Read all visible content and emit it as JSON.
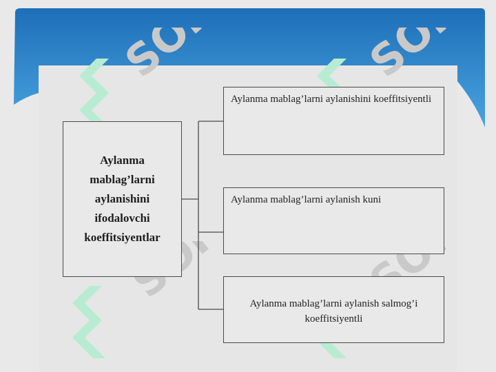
{
  "diagram": {
    "main_box": "Aylanma\nmablag’larni\naylanishini\nifodalovchi\nkoeffitsiyentlar",
    "items": [
      "Aylanma mablag’larni aylanishini koeffitsiyentli",
      "Aylanma mablag’larni aylanish kuni",
      "Aylanma mablag’larni aylanish salmog’i\nkoeffitsiyentli"
    ]
  },
  "watermark": {
    "text": "SOFF",
    "colors": {
      "text": "#c9c9c9",
      "logo": "#b8ecd2"
    }
  },
  "colors": {
    "banner_top": "#1d6fb8",
    "banner_bottom": "#4aa3df",
    "panel": "#e6e6e6",
    "box_border": "#4a4a4a"
  }
}
